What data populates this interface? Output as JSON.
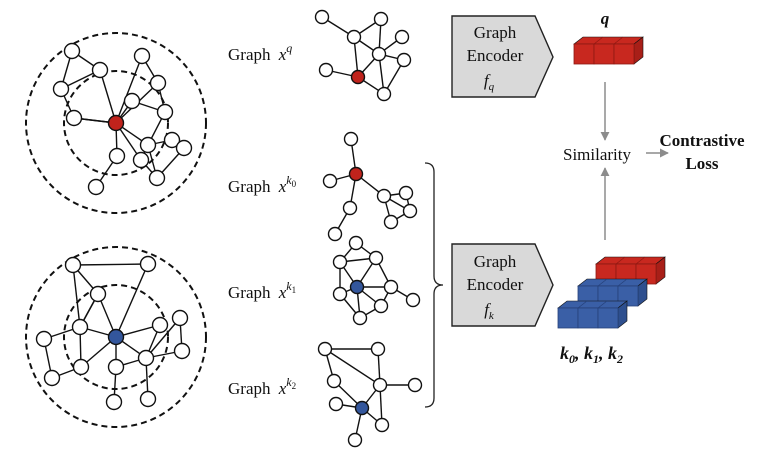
{
  "graph_labels": {
    "prefix": "Graph",
    "q": {
      "var": "x",
      "sup": "q"
    },
    "k0": {
      "var": "x",
      "sup": "k",
      "sub": "0"
    },
    "k1": {
      "var": "x",
      "sup": "k",
      "sub": "1"
    },
    "k2": {
      "var": "x",
      "sup": "k",
      "sub": "2"
    }
  },
  "encoders": {
    "query": {
      "line1": "Graph",
      "line2": "Encoder",
      "func": "f",
      "func_sub": "q"
    },
    "key": {
      "line1": "Graph",
      "line2": "Encoder",
      "func": "f",
      "func_sub": "k"
    }
  },
  "query_label": "q",
  "key_labels": {
    "k": "k",
    "subs": [
      "0",
      "1",
      "2"
    ]
  },
  "similarity_label": "Similarity",
  "loss_label": {
    "line1": "Contrastive",
    "line2": "Loss"
  },
  "colors": {
    "anchor_red": "#c0231c",
    "anchor_blue": "#33569c",
    "block_red": "#c8281f",
    "block_blue": "#3a5fa6",
    "encoder_fill": "#d9d9d9",
    "arrow": "#8c8c8c"
  }
}
